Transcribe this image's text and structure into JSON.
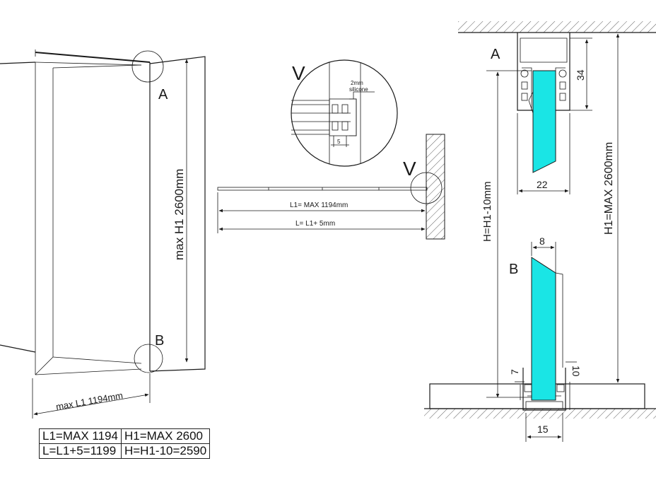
{
  "colors": {
    "line": "#1a1a1a",
    "glass": "#1ae5e5",
    "background": "#ffffff"
  },
  "left_view": {
    "detail_a": "A",
    "detail_b": "B",
    "height_label": "max H1 2600mm",
    "width_label": "max L1 1194mm"
  },
  "middle_view": {
    "detail_v": "V",
    "zoom_label": "V",
    "silicone_label_1": "2mm",
    "silicone_label_2": "silicone",
    "gap_label": "5",
    "l1_label": "L1= MAX 1194mm",
    "l_label": "L= L1+ 5mm"
  },
  "right_view": {
    "detail_a": "A",
    "detail_b": "B",
    "dim_34": "34",
    "dim_22": "22",
    "dim_8": "8",
    "dim_7": "7",
    "dim_10": "10",
    "dim_15": "15",
    "h_label": "H=H1-10mm",
    "h1_label": "H1=MAX 2600mm"
  },
  "spec_table": {
    "rows": [
      [
        "L1=MAX 1194",
        "H1=MAX 2600"
      ],
      [
        "L=L1+5=1199",
        "H=H1-10=2590"
      ]
    ]
  }
}
